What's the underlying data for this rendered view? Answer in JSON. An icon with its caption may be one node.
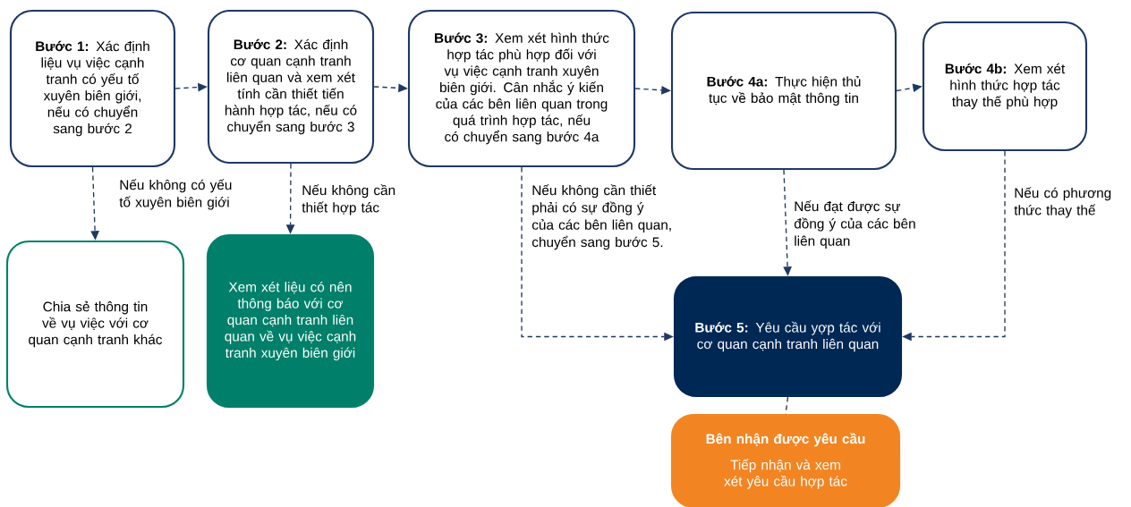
{
  "diagram": {
    "nodes": [
      {
        "text": [
          "**Bước 1:** Xác định liệu vụ việc cạnh tranh có yếu tố xuyên biên giới, nếu có chuyển sang bước 2"
        ]
      },
      {
        "text": [
          "**Bước 2:** Xác định cơ quan cạnh tranh liên quan và xem xét tính cần thiết tiến hành hợp tác, nếu có chuyển sang bước 3"
        ]
      },
      {
        "text": [
          "**Bước 3:** Xem xét hình thức hợp tác phù hợp đối với vụ việc cạnh tranh xuyên biên giới. Cân nhắc ý kiến của các bên liên quan trong quá trình hợp tác, nếu có chuyển sang bước 4a"
        ]
      },
      {
        "text": [
          "**Bước 4a:** Thực hiện thủ tục về bảo mật thông tin"
        ]
      },
      {
        "text": [
          "**Bước 4b:** Xem xét hình thức hợp tác thay thế phù hợp"
        ]
      },
      {
        "text": [
          "Chia sẻ thông tin về vụ việc với cơ quan cạnh tranh khác"
        ]
      },
      {
        "text": [
          "Xem xét liệu có nên thông báo với cơ quan cạnh tranh liên quan về vụ việc cạnh tranh xuyên biên giới"
        ]
      },
      {
        "text": [
          "**Bước 5:** Yêu cầu yợp tác với cơ quan cạnh tranh liên quan"
        ]
      },
      {
        "text": [
          "Bên nhận được yêu cầu",
          "Tiếp nhận và xem xét yêu cầu hợp tác"
        ]
      }
    ],
    "edges": [
      {
        "from": 0,
        "to": 1,
        "arrow": "to"
      },
      {
        "from": 1,
        "to": 2,
        "arrow": "to"
      },
      {
        "from": 2,
        "to": 3,
        "arrow": "to"
      },
      {
        "from": 3,
        "to": 4,
        "arrow": "to"
      },
      {
        "from": 0,
        "to": 5,
        "arrow": "to",
        "label": "Nếu không có yếu tố xuyên biên giới"
      },
      {
        "from": 1,
        "to": 6,
        "arrow": "to",
        "label": "Nếu không cần thiết hợp tác"
      },
      {
        "from": 2,
        "to": 7,
        "arrow": "to",
        "label": "Nếu không cần thiết phải có sự đồng ý của các bên liên quan, chuyển sang bước 5."
      },
      {
        "from": 3,
        "to": 7,
        "arrow": "to",
        "label": "Nếu đạt được sự đồng ý của các bên liên quan"
      },
      {
        "from": 4,
        "to": 7,
        "arrow": "to",
        "label": "Nếu có phương thức thay thế"
      },
      {
        "from": 7,
        "to": 8,
        "arrow": "none",
        "color": "#333333"
      }
    ]
  }
}
